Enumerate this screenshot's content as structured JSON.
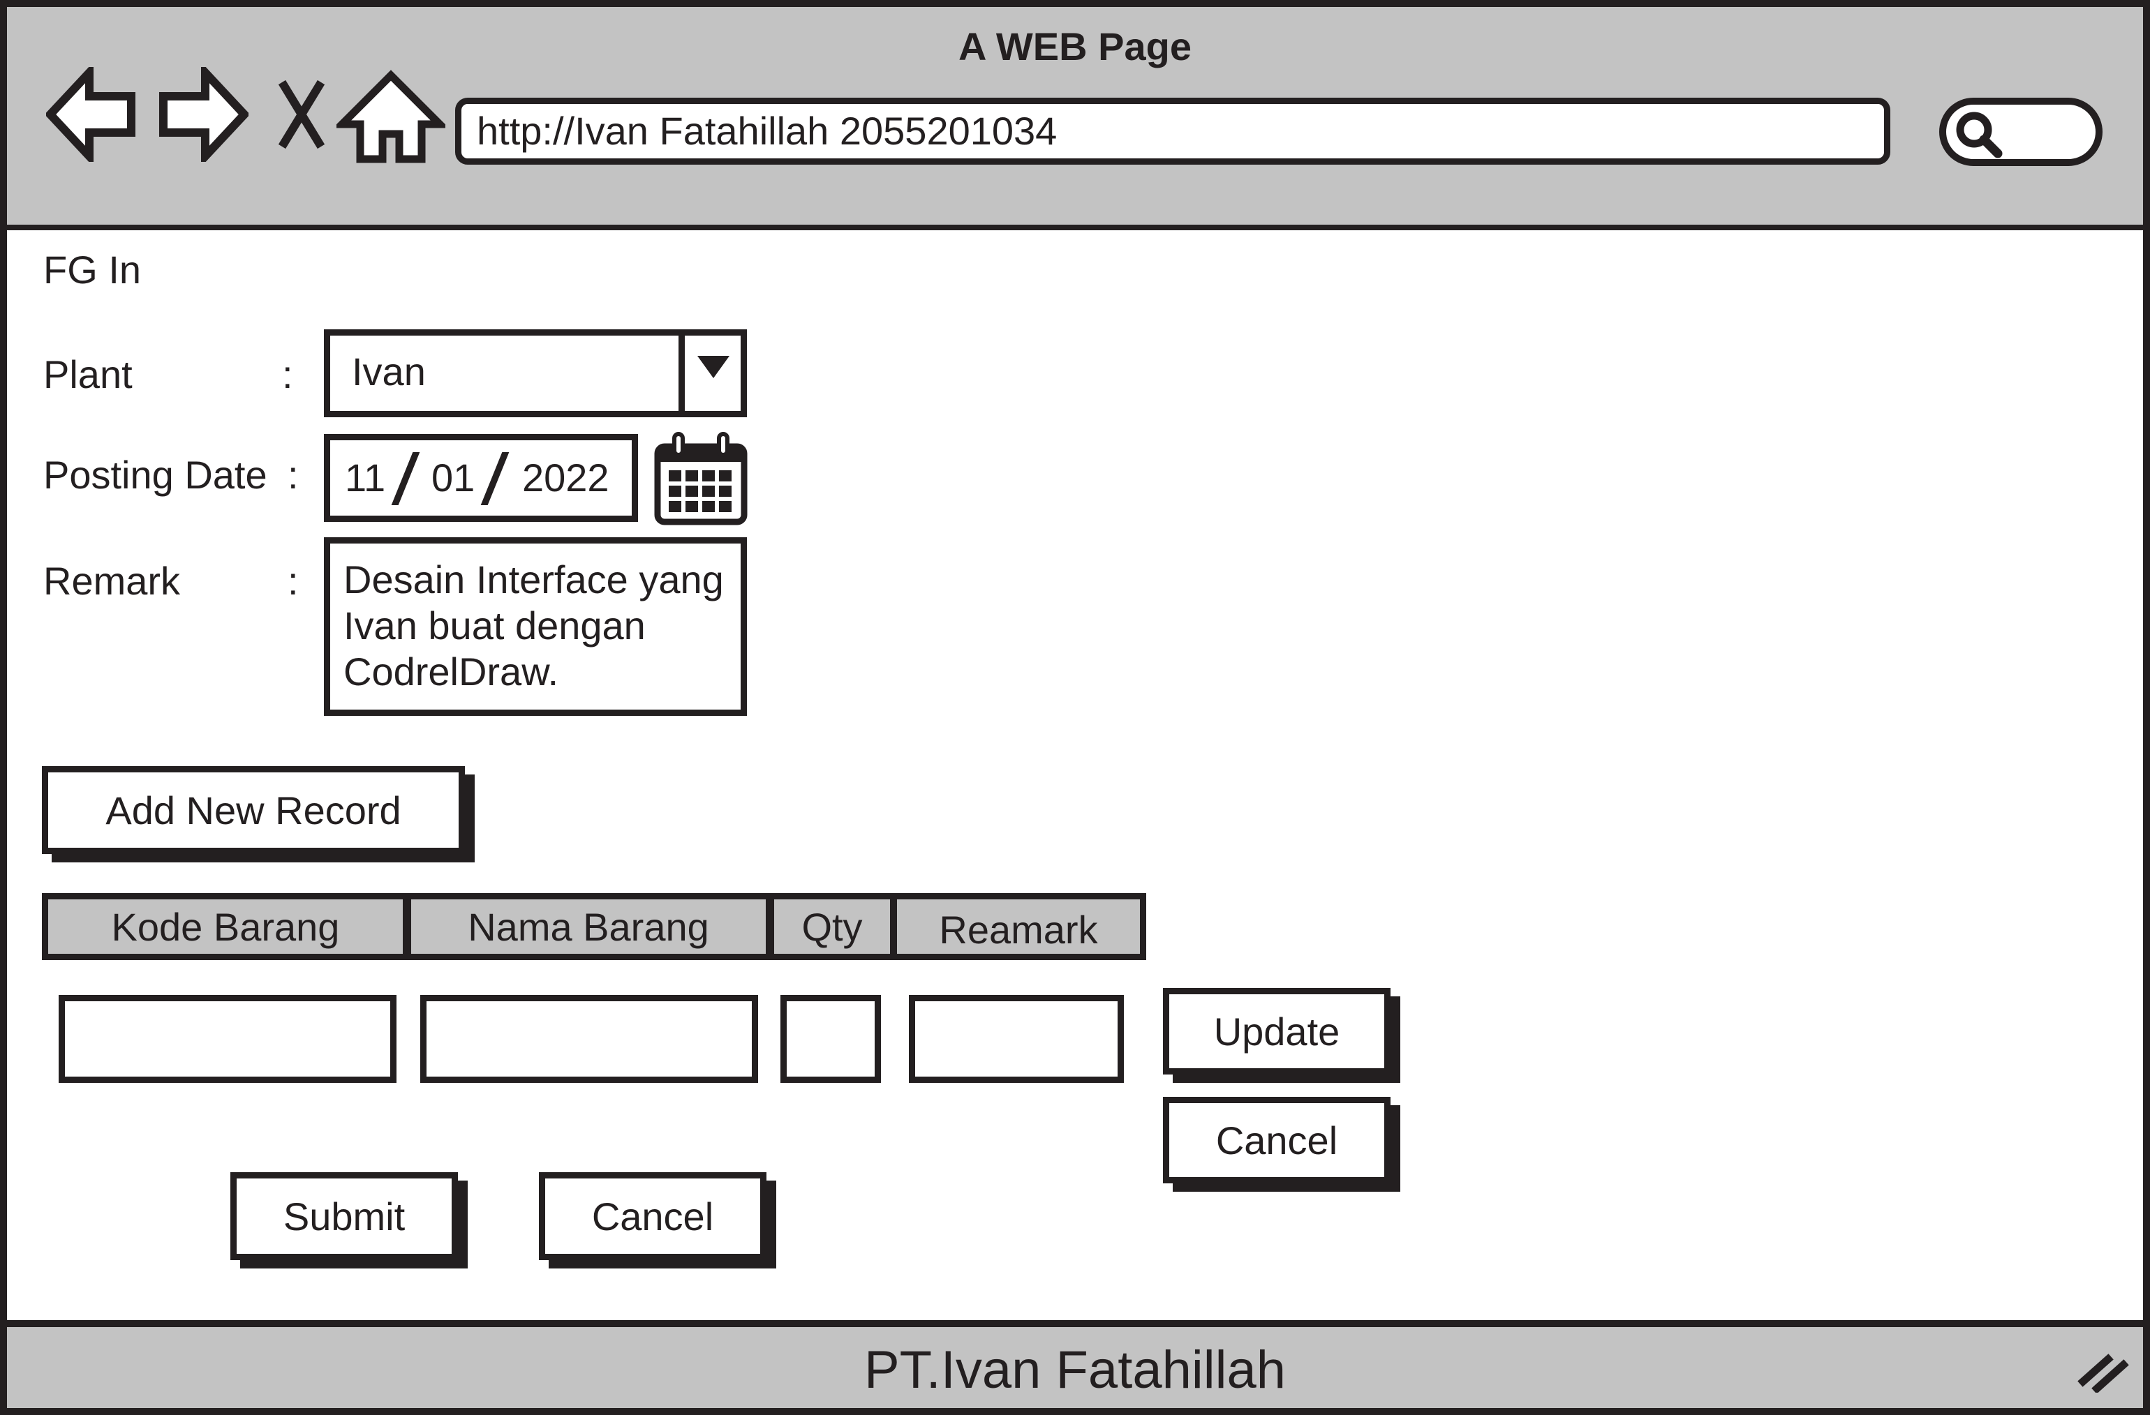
{
  "browser": {
    "title": "A WEB Page",
    "url": "http://Ivan Fatahillah 2055201034",
    "icons": [
      "back-arrow-icon",
      "forward-arrow-icon",
      "stop-icon",
      "home-icon",
      "search-icon"
    ],
    "stop_glyph": "X"
  },
  "page": {
    "heading": "FG In",
    "plant": {
      "label": "Plant",
      "colon": ":",
      "value": "Ivan"
    },
    "posting_date": {
      "label": "Posting Date",
      "colon": ":",
      "day": "11",
      "month": "01",
      "year": "2022"
    },
    "remark": {
      "label": "Remark",
      "colon": ":",
      "value": "Desain Interface yang\nIvan buat dengan\nCodrelDraw."
    },
    "add_button": "Add New Record",
    "table": {
      "columns": [
        "Kode Barang",
        "Nama Barang",
        "Qty",
        "Reamark"
      ]
    },
    "update_button": "Update",
    "row_cancel_button": "Cancel",
    "submit_button": "Submit",
    "cancel_button": "Cancel"
  },
  "footer": {
    "text": "PT.Ivan Fatahillah"
  },
  "colors": {
    "chrome": "#c3c3c3",
    "stroke": "#231f20",
    "background": "#ffffff"
  }
}
